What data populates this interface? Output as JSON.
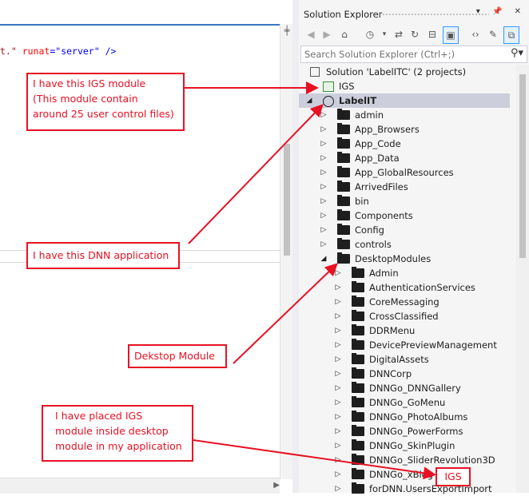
{
  "editor": {
    "code_line": {
      "t1": "t.\"",
      "t2": " runat",
      "t3": "=",
      "t4": "\"server\"",
      "t5": " />"
    },
    "split_glyph": "╪"
  },
  "solution_explorer": {
    "title": "Solution Explorer",
    "title_buttons": "▾ 📌 ✕",
    "search_placeholder": "Search Solution Explorer (Ctrl+;)",
    "solution_label": "Solution 'LabelITC' (2 projects)",
    "projects": [
      {
        "label": "IGS"
      },
      {
        "label": "LabelIT"
      }
    ],
    "folders": [
      "admin",
      "App_Browsers",
      "App_Code",
      "App_Data",
      "App_GlobalResources",
      "ArrivedFiles",
      "bin",
      "Components",
      "Config",
      "controls",
      "DesktopModules"
    ],
    "desktop_modules": [
      "Admin",
      "AuthenticationServices",
      "CoreMessaging",
      "CrossClassified",
      "DDRMenu",
      "DevicePreviewManagement",
      "DigitalAssets",
      "DNNCorp",
      "DNNGo_DNNGallery",
      "DNNGo_GoMenu",
      "DNNGo_PhotoAlbums",
      "DNNGo_PowerForms",
      "DNNGo_SkinPlugin",
      "DNNGo_SliderRevolution3D",
      "DNNGo_xBlog",
      "forDNN.UsersExportImport"
    ]
  },
  "annotations": {
    "igs_module": [
      "I have this IGS module",
      "(This module contain",
      "around 25 user control files)"
    ],
    "dnn_app": "I have this DNN application",
    "desktop_module": "Dekstop Module",
    "placed": [
      "I have placed IGS",
      "module inside desktop",
      "module in my application"
    ],
    "igs_tag": "IGS"
  },
  "colors": {
    "annotation": "#e81123",
    "selection": "#cccedb",
    "accent": "#3a78c3"
  }
}
